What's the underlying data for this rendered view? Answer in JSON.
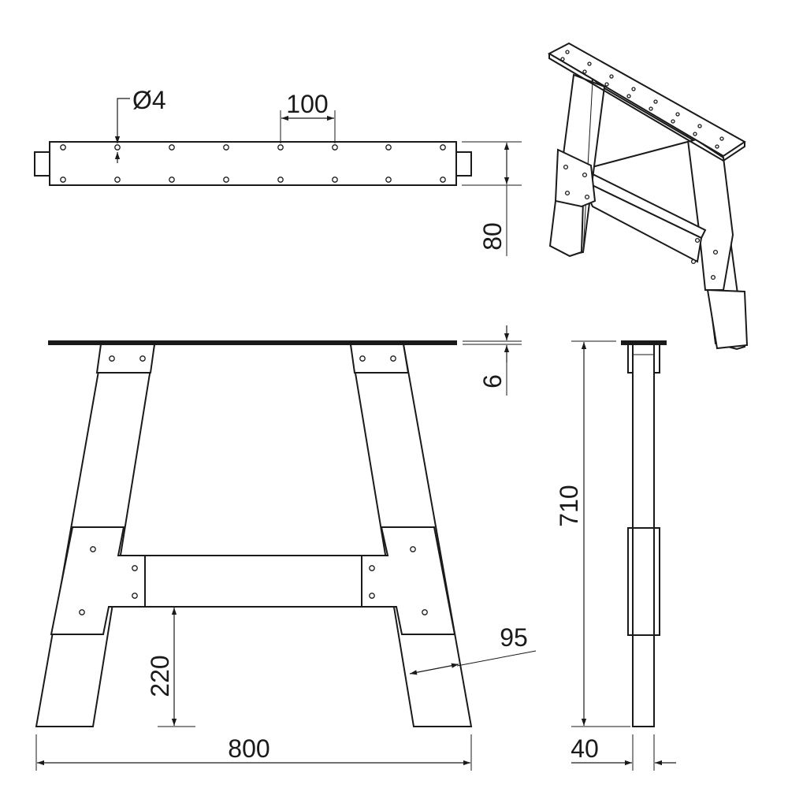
{
  "dimensions": {
    "hole_diameter": "Ø4",
    "hole_spacing": "100",
    "plate_width": "80",
    "plate_thickness": "6",
    "total_width": "800",
    "total_height": "710",
    "crossbar_height": "220",
    "leg_width": "95",
    "leg_depth": "40"
  }
}
